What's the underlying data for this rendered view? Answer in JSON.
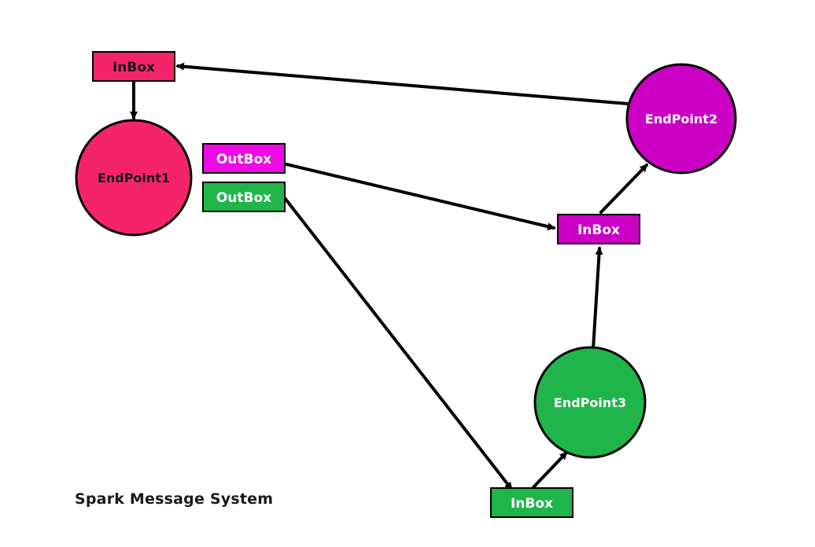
{
  "caption": "Spark Message System",
  "colors": {
    "endpoint1": "#f5246a",
    "endpoint2": "#cc00c4",
    "endpoint3": "#20b54a",
    "outbox1": "#ee0ae4",
    "stroke": "#000000",
    "label_dark": "#1a1a1a",
    "label_light": "#ffffff"
  },
  "nodes": {
    "endpoint1": "EndPoint1",
    "endpoint2": "EndPoint2",
    "endpoint3": "EndPoint3"
  },
  "boxes": {
    "inbox1": "InBox",
    "outbox1_magenta": "OutBox",
    "outbox1_green": "OutBox",
    "inbox2": "InBox",
    "inbox3": "InBox"
  }
}
